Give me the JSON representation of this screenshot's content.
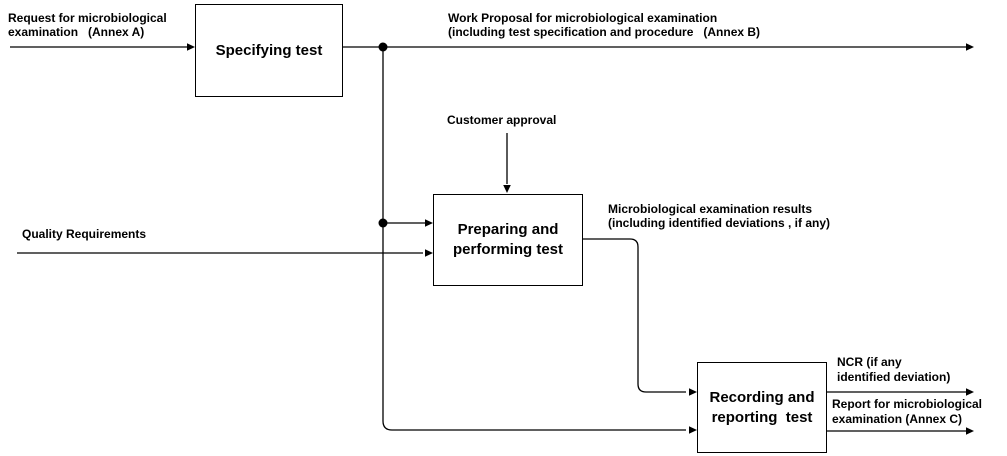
{
  "colors": {
    "ink": "#000000",
    "background": "#ffffff"
  },
  "boxes": {
    "specifying": "Specifying test",
    "preparing": "Preparing and\nperforming test",
    "recording": "Recording and\nreporting  test"
  },
  "annotations": {
    "request": "Request for microbiological\nexamination   (Annex A)",
    "work_proposal": "Work Proposal for microbiological examination\n(including test specification and procedure   (Annex B)",
    "customer_approval": "Customer approval",
    "quality_requirements": "Quality Requirements",
    "results": "Microbiological examination results\n(including identified deviations , if any)",
    "ncr": "NCR (if any\nidentified deviation)",
    "report": "Report for microbiological\nexamination (Annex C)"
  }
}
